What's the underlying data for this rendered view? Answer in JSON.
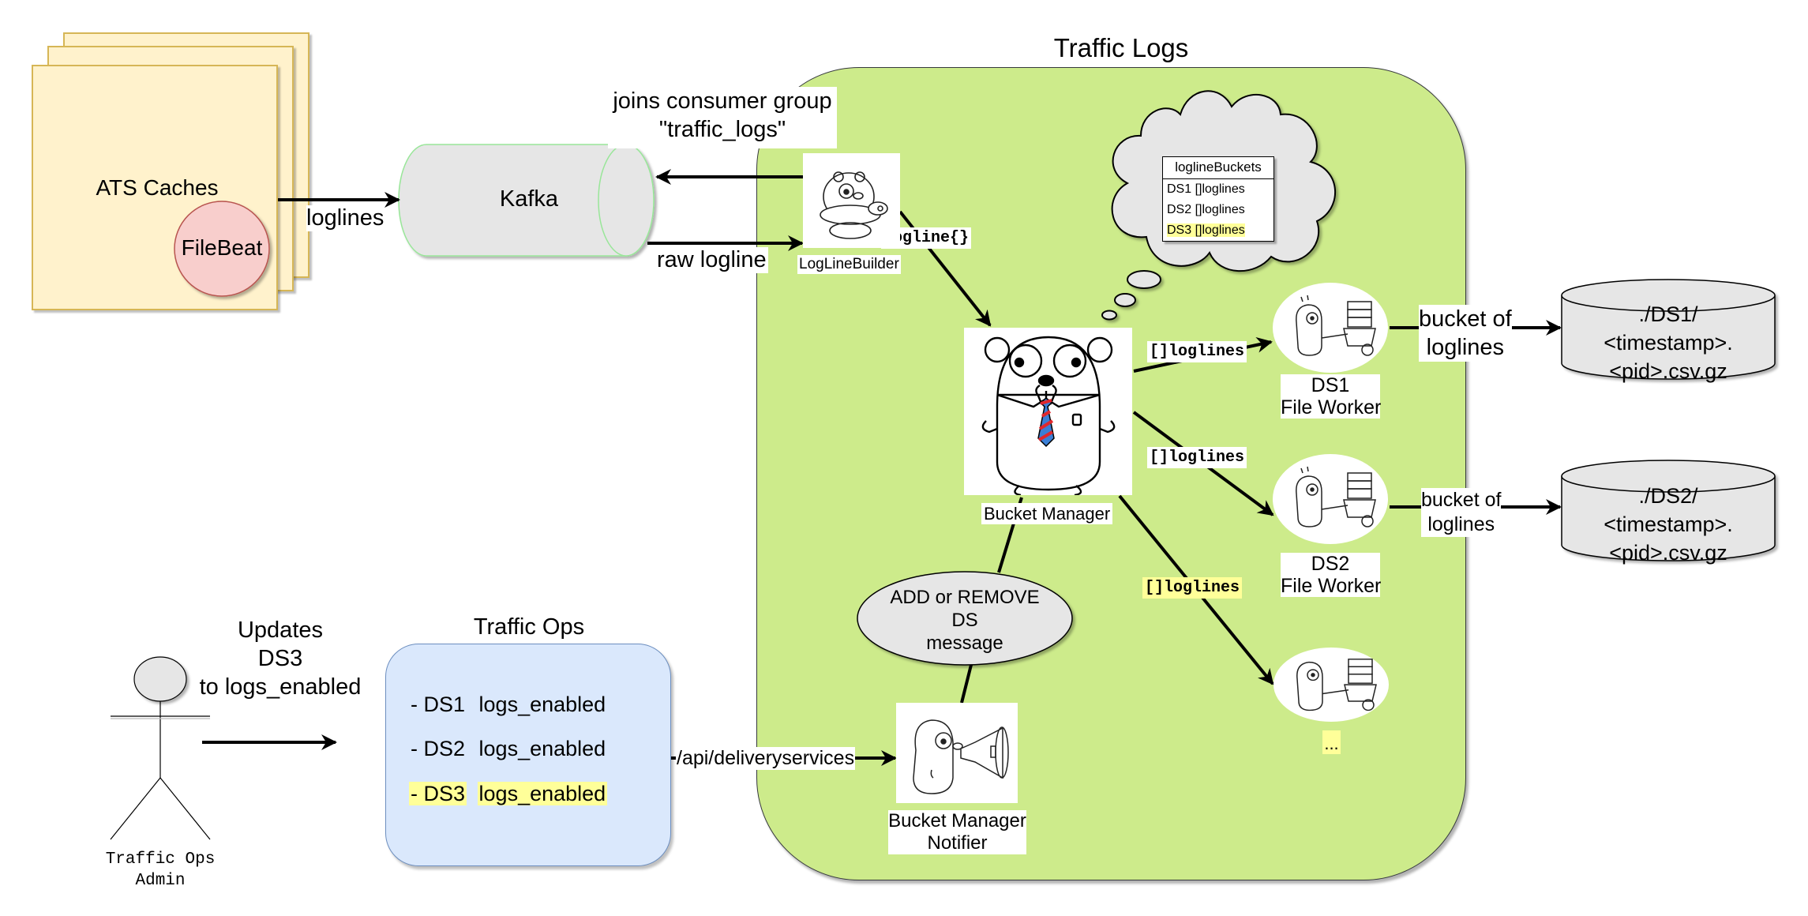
{
  "title": "Traffic Logs",
  "ats": {
    "label": "ATS Caches",
    "filebeat": "FileBeat"
  },
  "kafka": {
    "label": "Kafka"
  },
  "edges": {
    "loglines_to_kafka": "loglines",
    "joins_consumer_group": [
      "joins consumer group",
      "\"traffic_logs\""
    ],
    "raw_logline": "raw logline",
    "logline_struct": "logline{}",
    "ds1_loglines": "[]loglines",
    "ds2_loglines": "[]loglines",
    "ds3_loglines": "[]loglines",
    "ds1_bucket": [
      "bucket of",
      "loglines"
    ],
    "ds2_bucket": [
      "bucket of",
      "loglines"
    ],
    "api": "/api/deliveryservices",
    "admin_update": [
      "Updates",
      "DS3",
      "to logs_enabled"
    ]
  },
  "components": {
    "loglinebuilder": "LogLineBuilder",
    "bucket_manager": "Bucket Manager",
    "notifier": [
      "Bucket Manager",
      "Notifier"
    ],
    "ds1_worker": [
      "DS1",
      "File Worker"
    ],
    "ds2_worker": [
      "DS2",
      "File Worker"
    ],
    "ds3_worker": "...",
    "message": [
      "ADD or REMOVE",
      "DS",
      "message"
    ]
  },
  "cloud": {
    "header": "loglineBuckets",
    "rows": [
      {
        "text": "DS1 []loglines",
        "highlighted": false
      },
      {
        "text": "DS2 []loglines",
        "highlighted": false
      },
      {
        "text": "DS3 []loglines",
        "highlighted": true
      }
    ]
  },
  "storage": {
    "ds1": [
      "./DS1/",
      "<timestamp>.",
      "<pid>.csv.gz"
    ],
    "ds2": [
      "./DS2/",
      "<timestamp>.",
      "<pid>.csv.gz"
    ]
  },
  "traffic_ops": {
    "title": "Traffic Ops",
    "rows": [
      {
        "ds": "- DS1",
        "status": "logs_enabled",
        "highlighted": false
      },
      {
        "ds": "- DS2",
        "status": "logs_enabled",
        "highlighted": false
      },
      {
        "ds": "- DS3",
        "status": "logs_enabled",
        "highlighted": true
      }
    ]
  },
  "admin": {
    "label": [
      "Traffic Ops",
      "Admin"
    ]
  },
  "colors": {
    "green_container": "#cdeb8b",
    "traffic_ops_box": "#dae8fc",
    "cache_card": "#fff2cc",
    "filebeat": "#f8cecc",
    "highlight": "#ffff99",
    "shape_gray": "#e6e6e6"
  }
}
